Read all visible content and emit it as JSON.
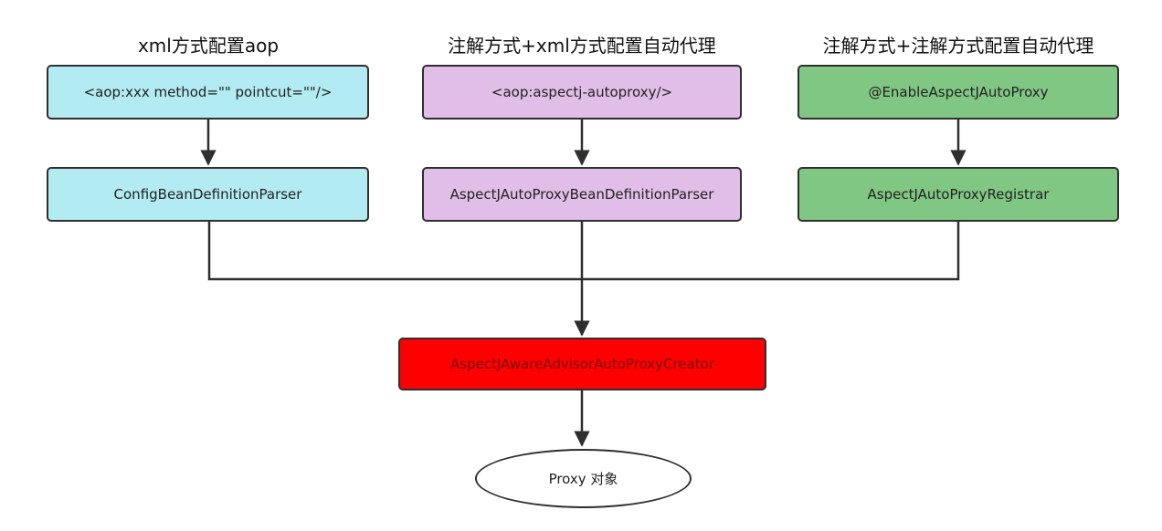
{
  "columns": [
    {
      "title": "xml方式配置aop",
      "top_box": "<aop:xxx method=\"\" pointcut=\"\"/>",
      "parser_box": "ConfigBeanDefinitionParser"
    },
    {
      "title": "注解方式+xml方式配置自动代理",
      "top_box": "<aop:aspectj-autoproxy/>",
      "parser_box": "AspectJAutoProxyBeanDefinitionParser"
    },
    {
      "title": "注解方式+注解方式配置自动代理",
      "top_box": "@EnableAspectJAutoProxy",
      "parser_box": "AspectJAutoProxyRegistrar"
    }
  ],
  "creator_box": "AspectJAwareAdvisorAutoProxyCreator",
  "proxy_node": "Proxy 对象",
  "colors": {
    "cyan": "#b2ebf2",
    "purple": "#e1bee7",
    "green": "#81c784",
    "red": "#ff0000",
    "line": "#2f2f2f"
  }
}
